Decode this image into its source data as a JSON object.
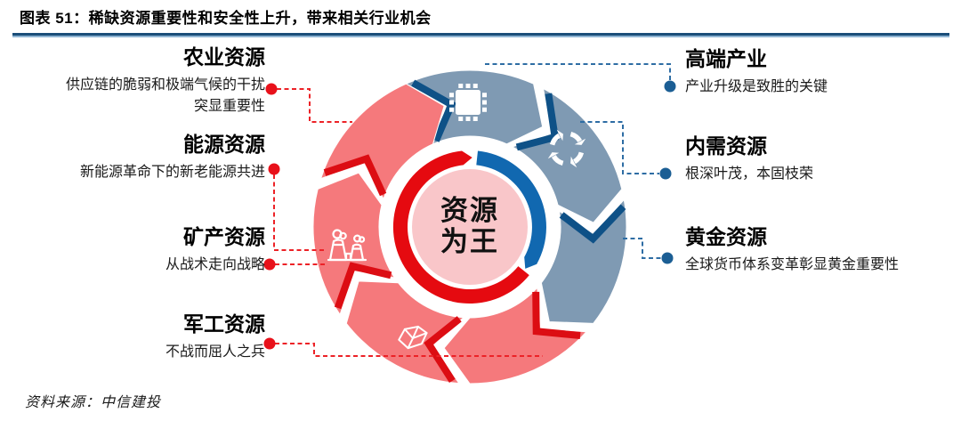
{
  "header": {
    "title": "图表 51：稀缺资源重要性和安全性上升，带来相关行业机会"
  },
  "center": {
    "line1": "资源",
    "line2": "为王"
  },
  "left_items": [
    {
      "heading": "农业资源",
      "desc": [
        "供应链的脆弱和极端气候的干扰",
        "突显重要性"
      ]
    },
    {
      "heading": "能源资源",
      "desc": [
        "新能源革命下的新老能源共进"
      ]
    },
    {
      "heading": "矿产资源",
      "desc": [
        "从战术走向战略"
      ]
    },
    {
      "heading": "军工资源",
      "desc": [
        "不战而屈人之兵"
      ]
    }
  ],
  "right_items": [
    {
      "heading": "高端产业",
      "desc": [
        "产业升级是致胜的关键"
      ]
    },
    {
      "heading": "内需资源",
      "desc": [
        "根深叶茂，本固枝荣"
      ]
    },
    {
      "heading": "黄金资源",
      "desc": [
        "全球货币体系变革彰显黄金重要性"
      ]
    }
  ],
  "icons": {
    "top": "cpu-chip",
    "upper_right": "recycle-arrows",
    "left": "factory",
    "bottom": "mineral-crystal"
  },
  "footer": {
    "source": "资料来源：中信建投"
  },
  "colors": {
    "blue_segment": "#7F9AB3",
    "blue_dark": "#0E5187",
    "red_segment": "#F5797C",
    "red_dark": "#DC0D13",
    "ring_blue": "#1168B0",
    "ring_red": "#E50A10",
    "center_pink": "#F9C6C9",
    "title_rule": "#1B4E79",
    "callout_red": "#EC2227",
    "callout_blue": "#2E6DA4",
    "dot_red": "#E8111A",
    "dot_blue": "#1B5E94"
  }
}
